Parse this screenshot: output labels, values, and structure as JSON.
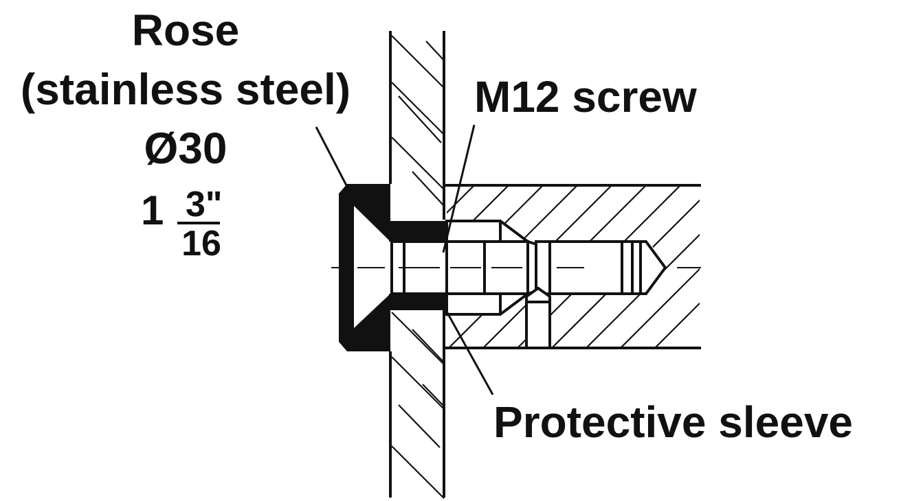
{
  "labels": {
    "rose_line1": "Rose",
    "rose_line2": "(stainless steel)",
    "rose_line3": "Ø30",
    "rose_inch_whole": "1",
    "rose_inch_numerator": "3\"",
    "rose_inch_denominator": "16",
    "screw": "M12 screw",
    "sleeve": "Protective sleeve"
  },
  "colors": {
    "ink": "#111111",
    "background": "#ffffff"
  }
}
